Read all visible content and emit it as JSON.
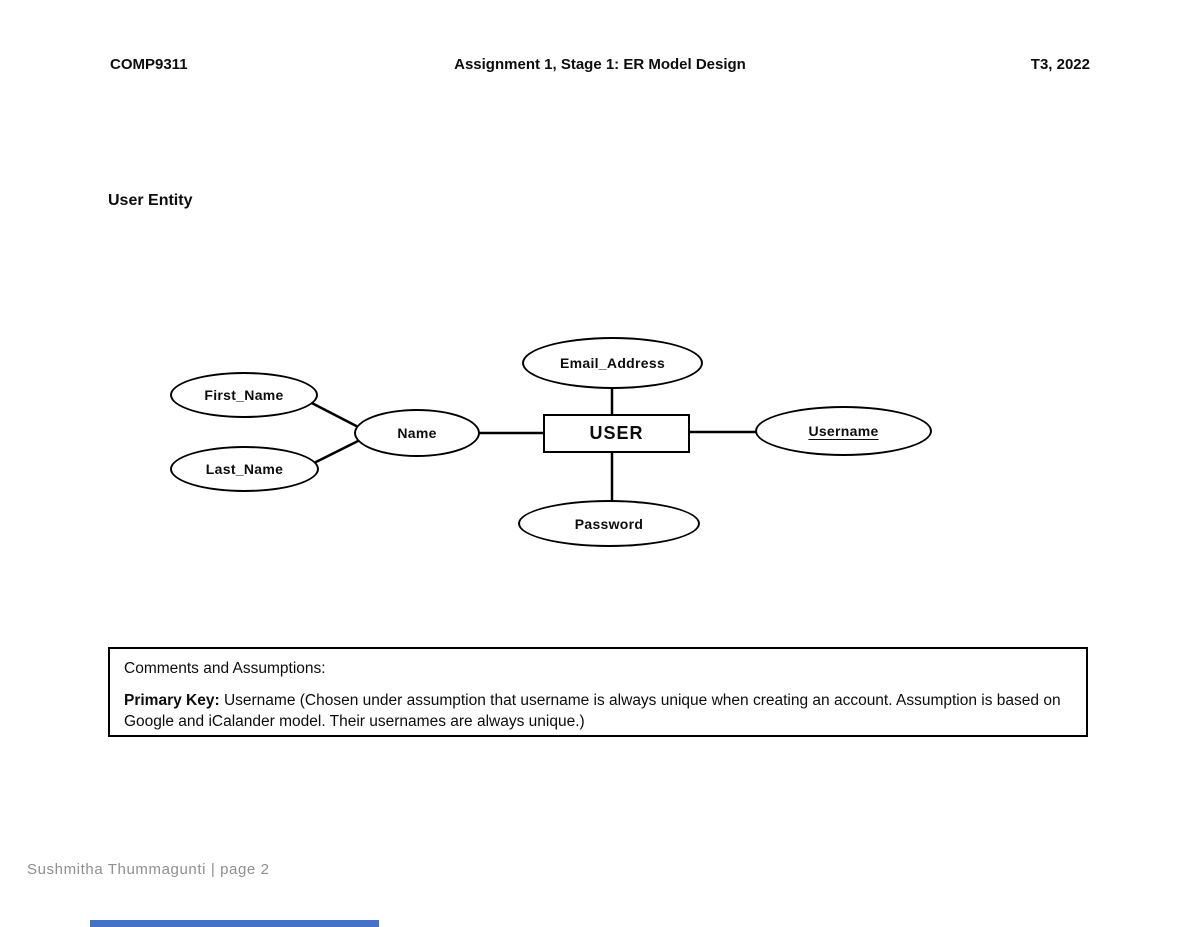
{
  "header": {
    "left": "COMP9311",
    "center": "Assignment 1, Stage 1: ER Model Design",
    "right": "T3, 2022"
  },
  "section_title": "User Entity",
  "diagram": {
    "entity": "USER",
    "attributes": {
      "email": "Email_Address",
      "username": "Username",
      "password": "Password",
      "name": "Name",
      "first_name": "First_Name",
      "last_name": "Last_Name"
    },
    "primary_key_attribute": "Username"
  },
  "comments": {
    "title": "Comments and Assumptions:",
    "primary_key_label": "Primary Key:",
    "primary_key_body": " Username  (Chosen under assumption that username is always unique when creating an account. Assumption is based on Google and iCalander model. Their usernames are always unique.)"
  },
  "footer": "Sushmitha Thummagunti | page 2",
  "colors": {
    "accent_bar": "#4472c4",
    "footer_text": "#8f8f8f",
    "diagram_stroke": "#000000"
  }
}
